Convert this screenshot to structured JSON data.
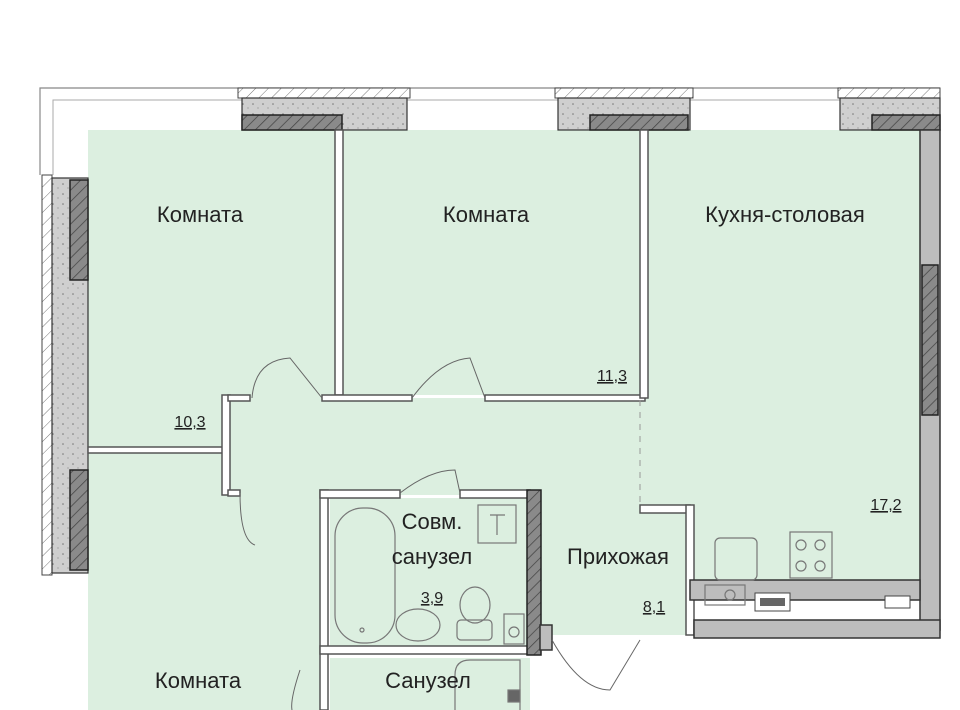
{
  "floorplan": {
    "rooms": [
      {
        "name": "Комната",
        "area": "10,3"
      },
      {
        "name": "Комната",
        "area": "11,3"
      },
      {
        "name": "Кухня-столовая",
        "area": "17,2"
      },
      {
        "name": "Совм.",
        "name2": "санузел",
        "area": "3,9"
      },
      {
        "name": "Прихожая",
        "area": "8,1"
      },
      {
        "name": "Комната"
      },
      {
        "name": "Санузел"
      }
    ],
    "colors": {
      "room_fill": "#dcefe0",
      "wall": "#bdbdbd",
      "load_bearing": "#8a8a8a"
    }
  }
}
